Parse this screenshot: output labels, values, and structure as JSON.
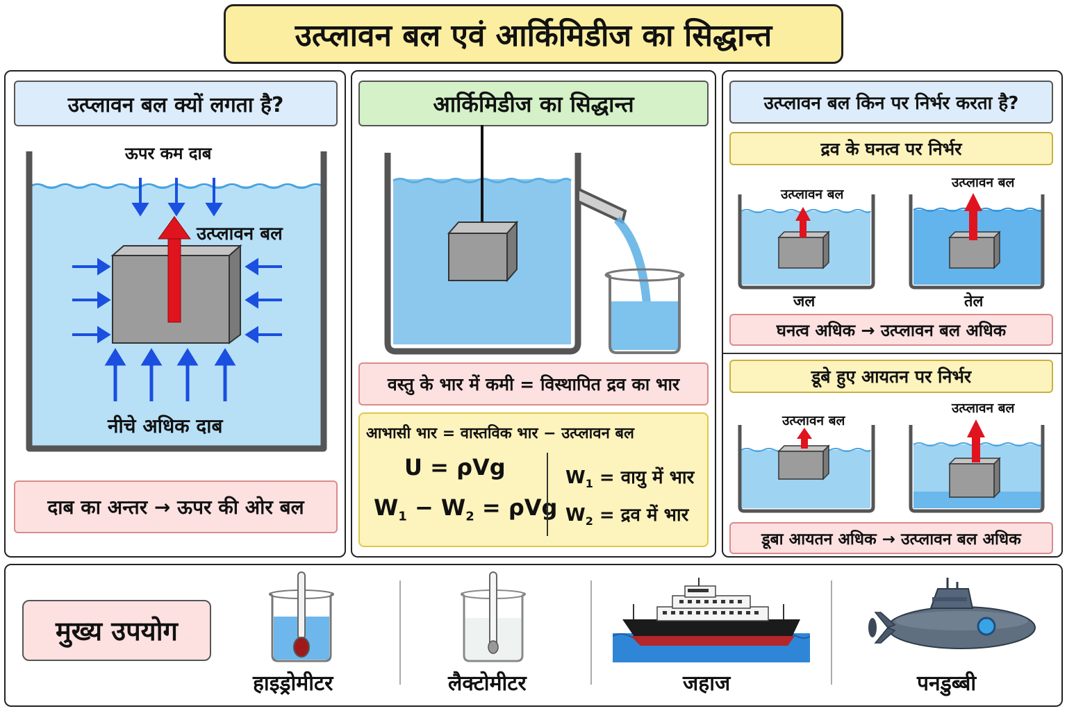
{
  "title": "उत्प्लावन बल एवं आर्किमिडीज का सिद्धान्त",
  "panel1": {
    "heading": "उत्प्लावन बल क्यों लगता है?",
    "top_label": "ऊपर कम दाब",
    "force_label": "उत्प्लावन बल",
    "bottom_label": "नीचे अधिक दाब",
    "note": "दाब का अन्तर → ऊपर की ओर बल"
  },
  "panel2": {
    "heading": "आर्किमिडीज का सिद्धान्त",
    "statement": "वस्तु के भार में कमी = विस्थापित द्रव का भार",
    "apparent": "आभासी भार = वास्तविक भार − उत्प्लावन बल",
    "formula1": "U = ρVg",
    "formula2_w1": "W",
    "formula2_sub1": "1",
    "formula2_minus": " − W",
    "formula2_sub2": "2",
    "formula2_rest": " = ρVg",
    "w1_label_w": "W",
    "w1_label_sub": "1",
    "w1_label_rest": " = वायु में भार",
    "w2_label_w": "W",
    "w2_label_sub": "2",
    "w2_label_rest": " = द्रव में भार"
  },
  "panel3": {
    "heading": "उत्प्लावन बल किन पर निर्भर करता है?",
    "density": {
      "subheading": "द्रव के घनत्व पर निर्भर",
      "left_force": "उत्प्लावन बल",
      "right_force": "उत्प्लावन बल",
      "left_liquid": "जल",
      "right_liquid": "तेल",
      "note": "घनत्व अधिक → उत्प्लावन बल अधिक"
    },
    "volume": {
      "subheading": "डूबे हुए आयतन पर निर्भर",
      "left_force": "उत्प्लावन बल",
      "right_force": "उत्प्लावन बल",
      "note": "डूबा आयतन अधिक → उत्प्लावन बल अधिक"
    }
  },
  "uses": {
    "heading": "मुख्य उपयोग",
    "items": [
      {
        "label": "हाइड्रोमीटर",
        "icon": "hydrometer-icon"
      },
      {
        "label": "लैक्टोमीटर",
        "icon": "lactometer-icon"
      },
      {
        "label": "जहाज",
        "icon": "ship-icon"
      },
      {
        "label": "पनडुब्बी",
        "icon": "submarine-icon"
      }
    ]
  },
  "colors": {
    "water": "#aad8f2",
    "water_dark": "#4aa3e0",
    "force_arrow": "#e0141e",
    "pressure_arrow": "#1a4fe0",
    "block": "#9a9a9a"
  }
}
